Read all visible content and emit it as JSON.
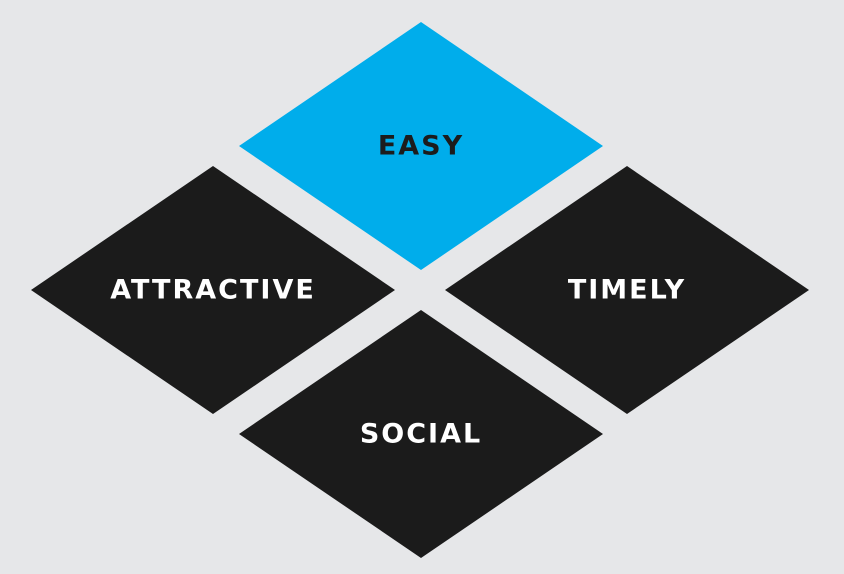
{
  "background_color": "#e6e7e9",
  "diamonds": [
    {
      "id": "easy",
      "label": "EASY",
      "fill": "#00adeb",
      "text_color": "#1c1c1c"
    },
    {
      "id": "attractive",
      "label": "ATTRACTIVE",
      "fill": "#1b1b1b",
      "text_color": "#ffffff"
    },
    {
      "id": "timely",
      "label": "TIMELY",
      "fill": "#1b1b1b",
      "text_color": "#ffffff"
    },
    {
      "id": "social",
      "label": "SOCIAL",
      "fill": "#1b1b1b",
      "text_color": "#ffffff"
    }
  ]
}
